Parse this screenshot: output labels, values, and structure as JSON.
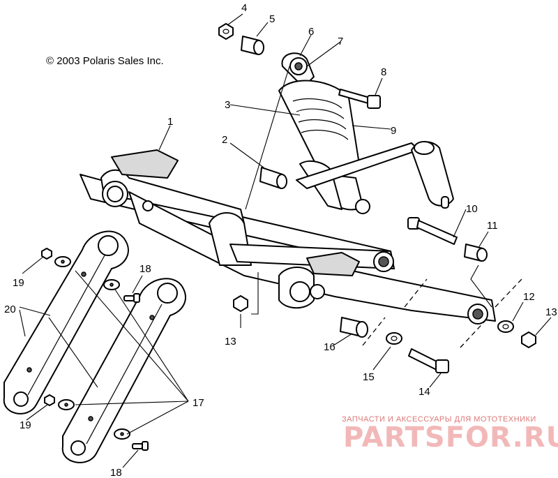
{
  "copyright": "© 2003 Polaris Sales Inc.",
  "watermark": {
    "subtitle": "ЗАПЧАСТИ И АКСЕССУАРЫ ДЛЯ МОТОТЕХНИКИ",
    "brand": "PARTSFOR.RU"
  },
  "callouts": [
    "1",
    "2",
    "3",
    "4",
    "5",
    "6",
    "7",
    "8",
    "9",
    "10",
    "11",
    "12",
    "13",
    "13",
    "14",
    "15",
    "16",
    "17",
    "18",
    "18",
    "19",
    "19",
    "20"
  ]
}
